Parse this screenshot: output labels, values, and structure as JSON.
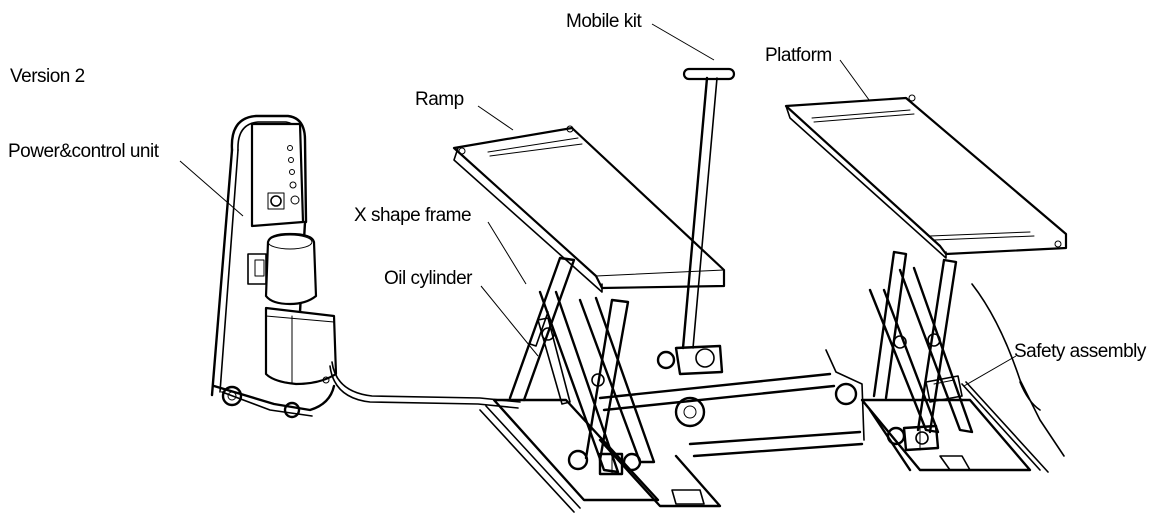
{
  "version_label": "Version 2",
  "labels": {
    "power_control_unit": "Power&control unit",
    "ramp": "Ramp",
    "mobile_kit": "Mobile kit",
    "platform": "Platform",
    "x_shape_frame": "X shape frame",
    "oil_cylinder": "Oil cylinder",
    "safety_assembly": "Safety assembly"
  }
}
